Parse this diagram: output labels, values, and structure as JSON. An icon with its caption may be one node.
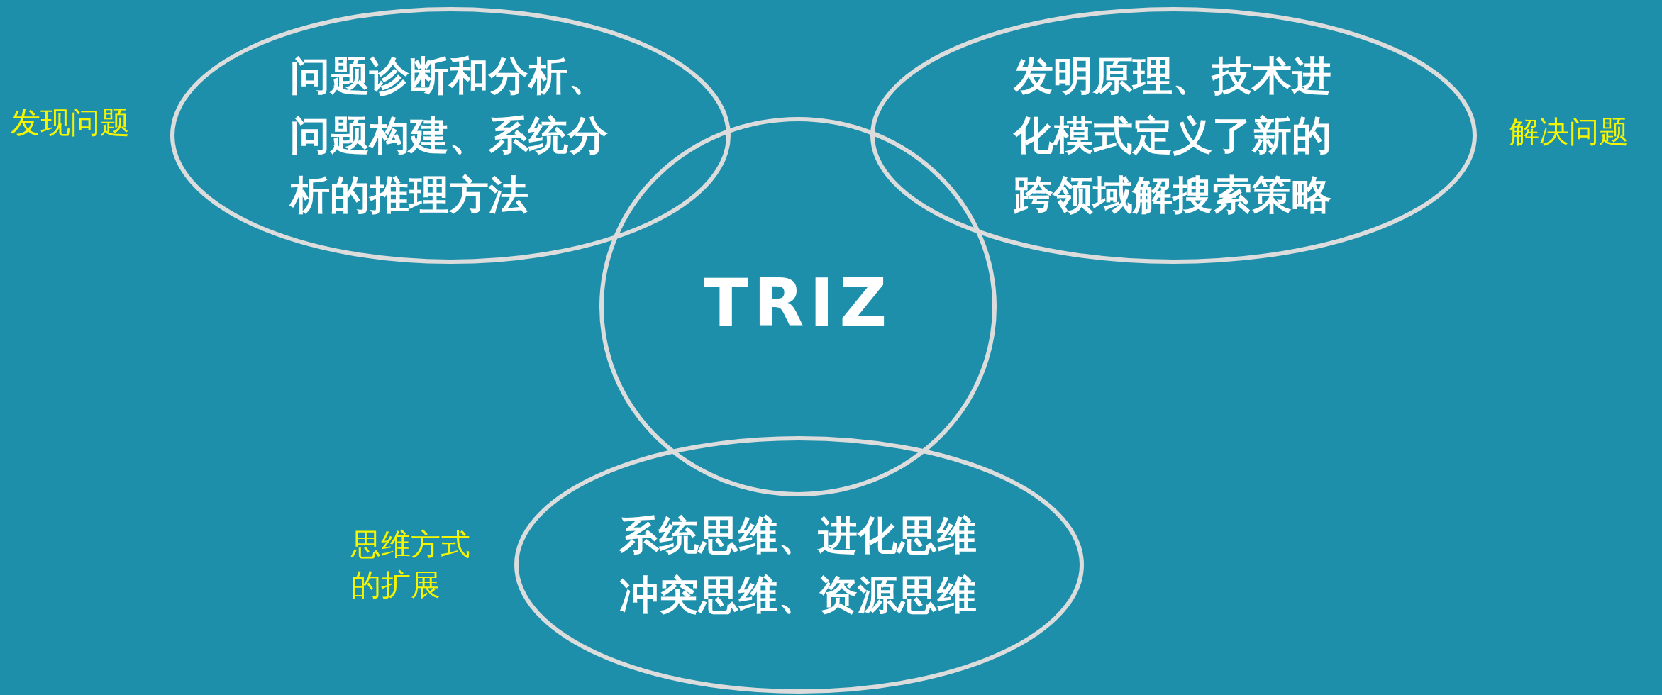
{
  "diagram": {
    "nodes": [
      {
        "text": [
          "问题诊断和分析、问题构建、系统分析的推理方法"
        ],
        "beside": [
          "发现问题"
        ]
      },
      {
        "text": [
          "发明原理、技术进化模式定义了新的跨领域解搜索策略"
        ],
        "beside": [
          "解决问题"
        ]
      },
      {
        "text": [
          "TRIZ"
        ]
      },
      {
        "text": [
          "系统思维、进化思维冲突思维、资源思维"
        ],
        "beside": [
          "思维方式的扩展"
        ]
      }
    ]
  }
}
